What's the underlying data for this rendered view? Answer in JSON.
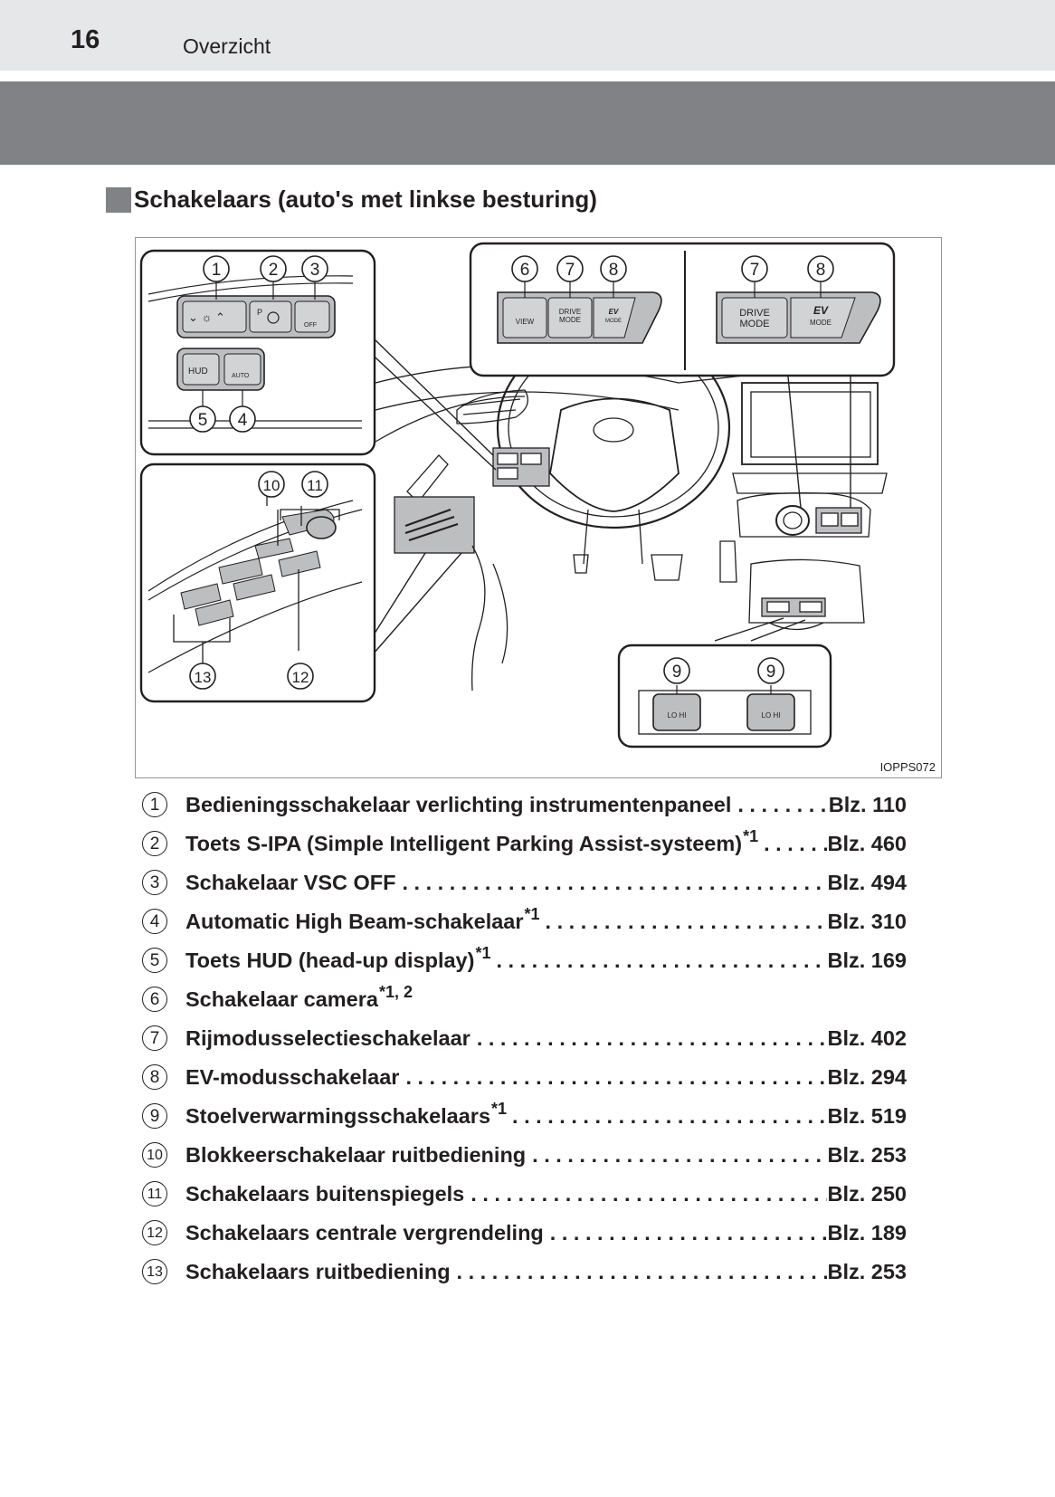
{
  "header": {
    "page_number": "16",
    "section": "Overzicht"
  },
  "heading": "Schakelaars (auto's met linkse besturing)",
  "figure": {
    "code": "IOPPS072",
    "callouts": [
      "1",
      "2",
      "3",
      "4",
      "5",
      "6",
      "7",
      "8",
      "9",
      "10",
      "11",
      "12",
      "13"
    ],
    "button_labels": {
      "hud": "HUD",
      "auto": "AUTO",
      "view": "VIEW",
      "off": "OFF",
      "drive_mode_1": "DRIVE",
      "drive_mode_2": "MODE",
      "ev_1": "EV",
      "ev_2": "MODE",
      "lo": "LO",
      "hi": "HI"
    }
  },
  "items": [
    {
      "num": "1",
      "label": "Bedieningsschakelaar verlichting instrumentenpaneel",
      "sup": "",
      "page": "Blz. 110"
    },
    {
      "num": "2",
      "label": "Toets S-IPA (Simple Intelligent Parking Assist-systeem)",
      "sup": "*1",
      "page": "Blz. 460"
    },
    {
      "num": "3",
      "label": "Schakelaar VSC OFF",
      "sup": "",
      "page": "Blz. 494"
    },
    {
      "num": "4",
      "label": "Automatic High Beam-schakelaar",
      "sup": "*1",
      "page": "Blz. 310"
    },
    {
      "num": "5",
      "label": "Toets HUD (head-up display)",
      "sup": "*1",
      "page": "Blz. 169"
    },
    {
      "num": "6",
      "label": "Schakelaar camera",
      "sup": "*1, 2",
      "page": ""
    },
    {
      "num": "7",
      "label": "Rijmodusselectieschakelaar",
      "sup": "",
      "page": "Blz. 402"
    },
    {
      "num": "8",
      "label": "EV-modusschakelaar",
      "sup": "",
      "page": "Blz. 294"
    },
    {
      "num": "9",
      "label": "Stoelverwarmingsschakelaars",
      "sup": "*1",
      "page": "Blz. 519"
    },
    {
      "num": "10",
      "label": "Blokkeerschakelaar ruitbediening",
      "sup": "",
      "page": "Blz. 253"
    },
    {
      "num": "11",
      "label": "Schakelaars buitenspiegels",
      "sup": "",
      "page": "Blz. 250"
    },
    {
      "num": "12",
      "label": "Schakelaars centrale vergrendeling",
      "sup": "",
      "page": "Blz. 189"
    },
    {
      "num": "13",
      "label": "Schakelaars ruitbediening",
      "sup": "",
      "page": "Blz. 253"
    }
  ]
}
